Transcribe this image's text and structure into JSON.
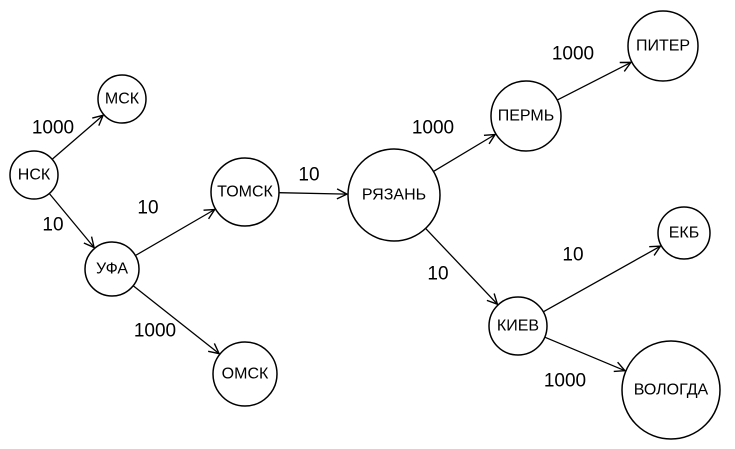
{
  "nodes": [
    {
      "id": "nsk",
      "label": "НСК"
    },
    {
      "id": "msk",
      "label": "МСК"
    },
    {
      "id": "ufa",
      "label": "УФА"
    },
    {
      "id": "tomsk",
      "label": "ТОМСК"
    },
    {
      "id": "omsk",
      "label": "ОМСК"
    },
    {
      "id": "ryazan",
      "label": "РЯЗАНЬ"
    },
    {
      "id": "perm",
      "label": "ПЕРМЬ"
    },
    {
      "id": "piter",
      "label": "ПИТЕР"
    },
    {
      "id": "kiev",
      "label": "КИЕВ"
    },
    {
      "id": "ekb",
      "label": "ЕКБ"
    },
    {
      "id": "vologda",
      "label": "ВОЛОГДА"
    }
  ],
  "edges": [
    {
      "from": "nsk",
      "to": "msk",
      "weight": "1000"
    },
    {
      "from": "nsk",
      "to": "ufa",
      "weight": "10"
    },
    {
      "from": "ufa",
      "to": "tomsk",
      "weight": "10"
    },
    {
      "from": "ufa",
      "to": "omsk",
      "weight": "1000"
    },
    {
      "from": "tomsk",
      "to": "ryazan",
      "weight": "10"
    },
    {
      "from": "ryazan",
      "to": "perm",
      "weight": "1000"
    },
    {
      "from": "perm",
      "to": "piter",
      "weight": "1000"
    },
    {
      "from": "ryazan",
      "to": "kiev",
      "weight": "10"
    },
    {
      "from": "kiev",
      "to": "ekb",
      "weight": "10"
    },
    {
      "from": "kiev",
      "to": "vologda",
      "weight": "1000"
    }
  ]
}
